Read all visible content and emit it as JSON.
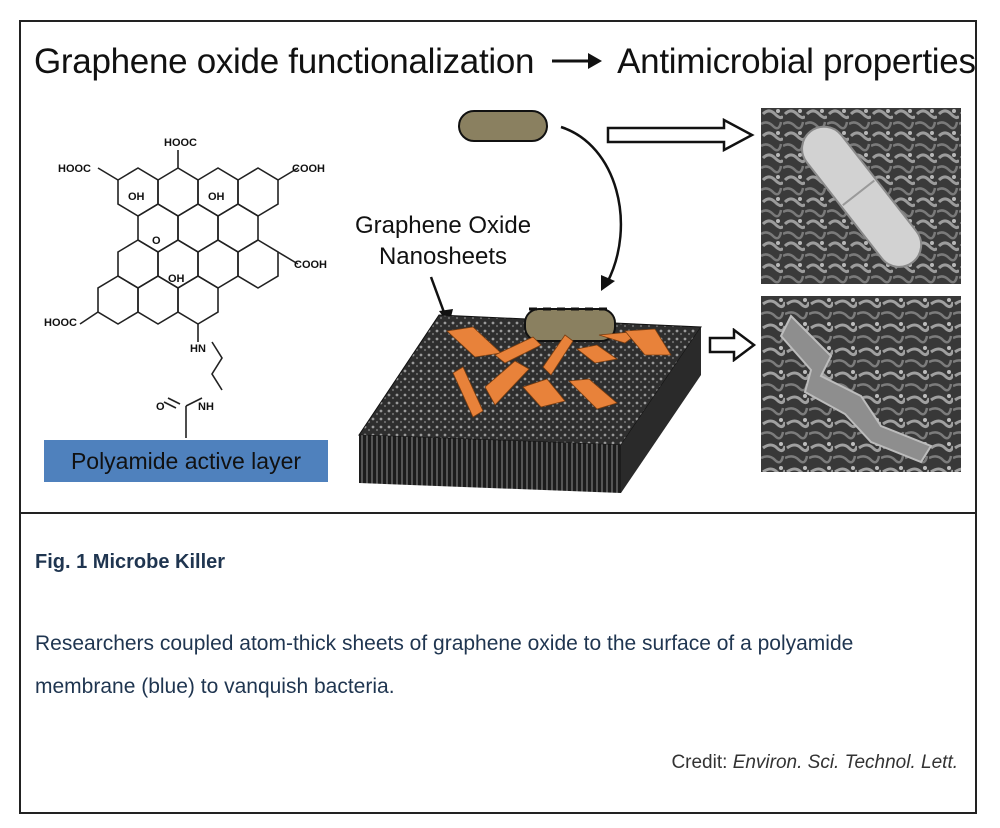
{
  "figure": {
    "headline_left": "Graphene oxide functionalization",
    "headline_right": "Antimicrobial properties",
    "molecule_groups": {
      "hooc_top": "HOOC",
      "hooc_left": "HOOC",
      "cooh_right_top": "COOH",
      "cooh_right_mid": "COOH",
      "hooc_bottom": "HOOC",
      "oh_1": "OH",
      "oh_2": "OH",
      "oh_3": "OH",
      "epoxy_o": "O",
      "nh_1": "HN",
      "nh_2": "NH",
      "carbonyl_o": "O"
    },
    "polyamide_label": "Polyamide active layer",
    "sheets_label_line1": "Graphene Oxide",
    "sheets_label_line2": "Nanosheets"
  },
  "caption": {
    "title": "Fig. 1 Microbe Killer",
    "body": "Researchers coupled atom-thick sheets of graphene oxide  to the surface of a polyamide membrane (blue) to vanquish bacteria.",
    "credit_prefix": "Credit: ",
    "credit_source": "Environ.  Sci. Technol. Lett."
  },
  "colors": {
    "polyamide": "#4f81bd",
    "bacterium": "#8a8060",
    "nanosheet": "#e8823a",
    "caption_text": "#1f3550"
  }
}
